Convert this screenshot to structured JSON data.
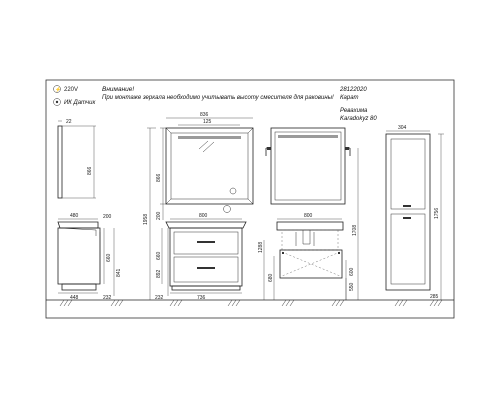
{
  "legend": {
    "power_label": "220V",
    "sensor_label": "ИК Датчик"
  },
  "notes": {
    "warning_title": "Внимание!",
    "warning_text": "При монтаже зеркала необходимо учитывать высоту смесителя для раковины!"
  },
  "product": {
    "code": "28122020",
    "name": "Карат",
    "brand": "Ревахима",
    "model": "Karadokyz 80"
  },
  "dimensions": {
    "mirror_side_depth": "22",
    "mirror_side_height": "866",
    "cabinet_side_depth": "480",
    "cabinet_side_top": "200",
    "cabinet_side_h1": "660",
    "cabinet_side_h2": "841",
    "cabinet_side_base": "448",
    "cabinet_side_leg": "232",
    "mirror_width": "836",
    "mirror_inner_width": "125",
    "mirror_height": "866",
    "mirror_gap": "200",
    "total_height": "1958",
    "cabinet_width": "800",
    "cabinet_h1": "660",
    "cabinet_h2": "892",
    "cabinet_leg": "232",
    "cabinet_base_width": "736",
    "install_width": "800",
    "install_h1": "1288",
    "install_h2": "1708",
    "install_h3": "680",
    "install_h4": "600",
    "install_h5": "550",
    "column_width": "304",
    "column_height": "1756",
    "column_floor": "285"
  }
}
